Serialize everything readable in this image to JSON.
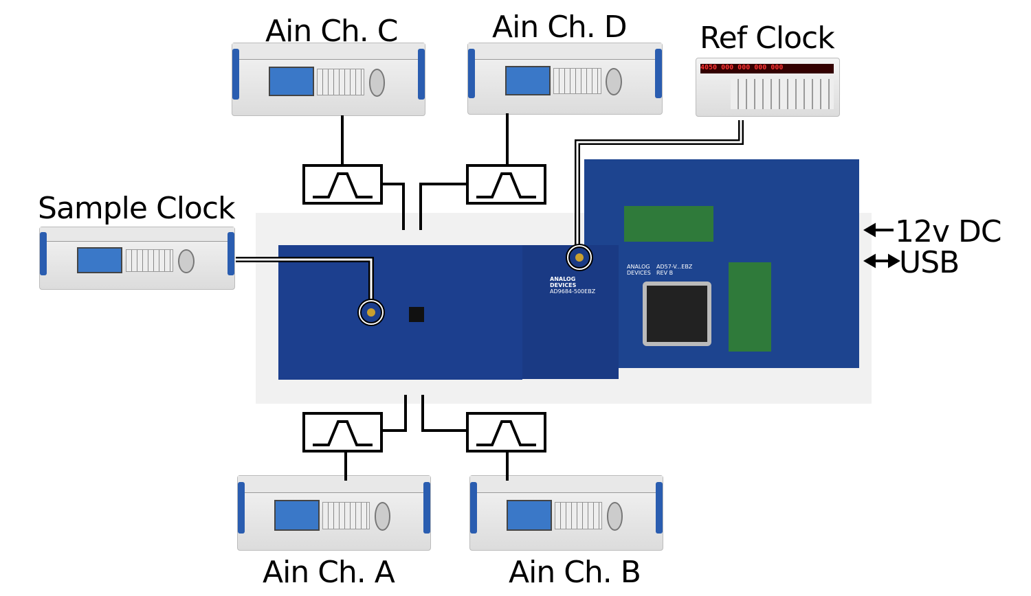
{
  "labels": {
    "ain_c": "Ain Ch. C",
    "ain_d": "Ain Ch. D",
    "ref_clock": "Ref Clock",
    "sample_clock": "Sample Clock",
    "power": "12v DC",
    "usb": "USB",
    "ain_a": "Ain Ch. A",
    "ain_b": "Ain Ch. B"
  },
  "board": {
    "adc_vendor": "ANALOG DEVICES",
    "adc_model": "AD9684-500EBZ",
    "fpga_vendor": "ANALOG DEVICES",
    "fpga_model": "AD57-V...EBZ REV B"
  },
  "ref_display": "4050 000 000 000 000",
  "colors": {
    "board": "#1c3f8e",
    "instrument_accent": "#2a5db0",
    "display": "#c01010"
  }
}
